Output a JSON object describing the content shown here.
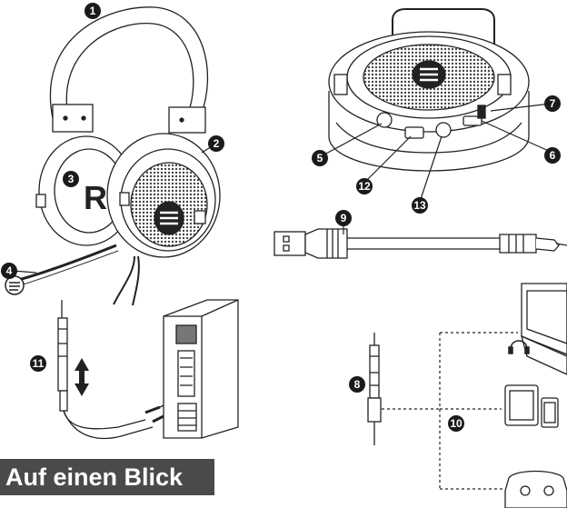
{
  "title": "Auf einen Blick",
  "callouts": [
    "1",
    "2",
    "3",
    "4",
    "5",
    "6",
    "7",
    "8",
    "9",
    "10",
    "11",
    "12",
    "13"
  ],
  "marks": {
    "headset_letter": "R"
  },
  "colors": {
    "line": "#222222",
    "badge": "#1a1a1a",
    "banner": "#4a4a4a",
    "mesh": "#555555"
  }
}
